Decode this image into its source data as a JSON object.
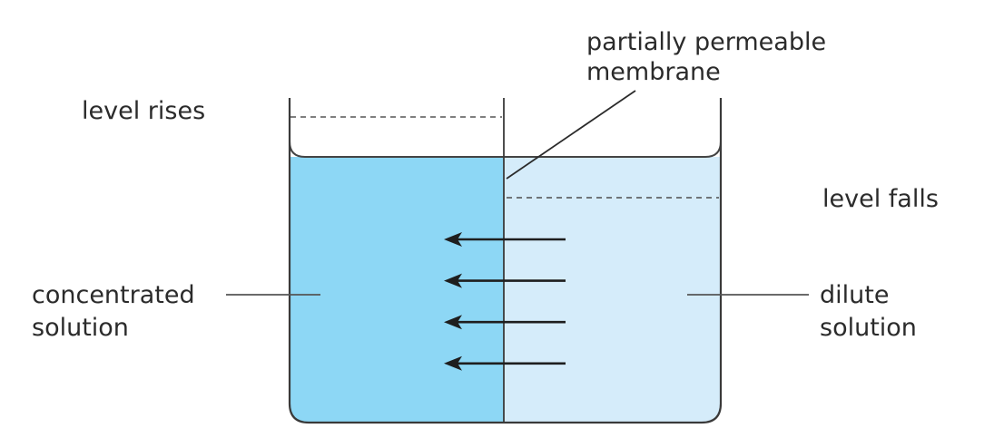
{
  "diagram": {
    "title": "Osmosis through a partially permeable membrane",
    "labels": {
      "membrane_line1": "partially permeable",
      "membrane_line2": "membrane",
      "level_rises": "level rises",
      "level_falls": "level falls",
      "concentrated_line1": "concentrated",
      "concentrated_line2": "solution",
      "dilute_line1": "dilute",
      "dilute_line2": "solution"
    },
    "colors": {
      "concentrated": "#8dd7f5",
      "dilute": "#d5ecfa",
      "outline": "#3a3a3a",
      "dashed_level": "#6f7478",
      "arrow": "#1e1e1e"
    },
    "arrows": {
      "count": 4,
      "direction": "right-to-left"
    }
  }
}
